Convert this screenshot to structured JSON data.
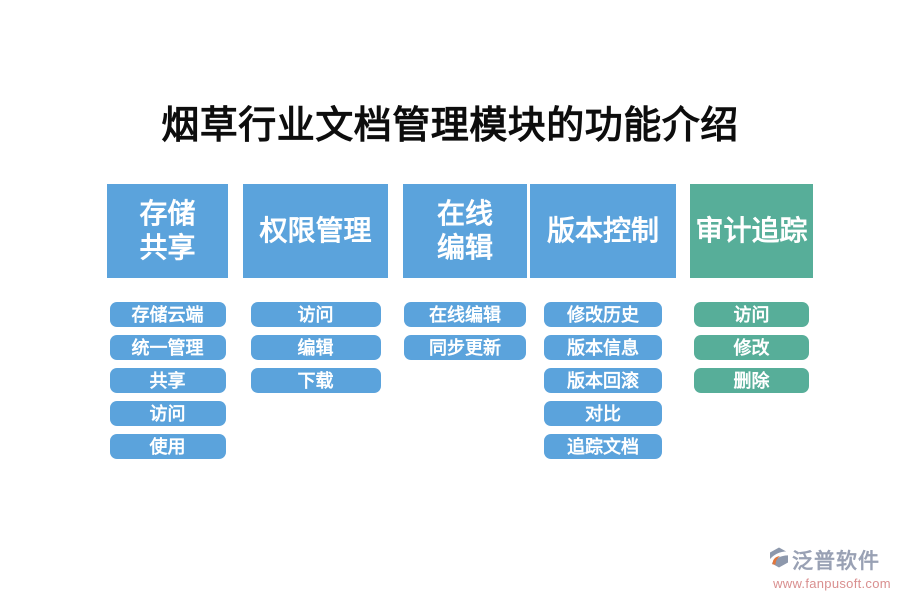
{
  "title": "烟草行业文档管理模块的功能介绍",
  "palette": {
    "blue": "#5BA3DC",
    "green": "#57AE99"
  },
  "columns": [
    {
      "name": "存储共享",
      "lines": [
        "存储",
        "共享"
      ],
      "theme": "blue",
      "items": [
        "存储云端",
        "统一管理",
        "共享",
        "访问",
        "使用"
      ]
    },
    {
      "name": "权限管理",
      "lines": [
        "权限管理"
      ],
      "theme": "blue",
      "items": [
        "访问",
        "编辑",
        "下载"
      ]
    },
    {
      "name": "在线编辑",
      "lines": [
        "在线",
        "编辑"
      ],
      "theme": "blue",
      "items": [
        "在线编辑",
        "同步更新"
      ]
    },
    {
      "name": "版本控制",
      "lines": [
        "版本控制"
      ],
      "theme": "blue",
      "items": [
        "修改历史",
        "版本信息",
        "版本回滚",
        "对比",
        "追踪文档"
      ]
    },
    {
      "name": "审计追踪",
      "lines": [
        "审计追踪"
      ],
      "theme": "green",
      "items": [
        "访问",
        "修改",
        "删除"
      ]
    }
  ],
  "watermark": {
    "brand": "泛普软件",
    "url": "www.fanpusoft.com"
  }
}
